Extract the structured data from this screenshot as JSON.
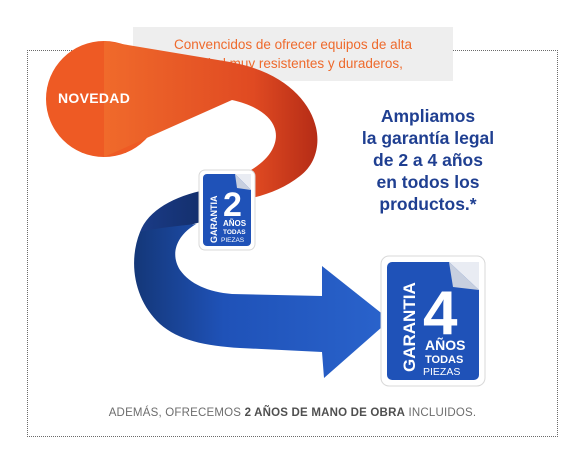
{
  "banner": {
    "line1": "Convencidos de ofrecer equipos de alta",
    "line2": "calidad muy resistentes y duraderos,"
  },
  "novedad_label": "NOVEDAD",
  "headline": {
    "line1": "Ampliamos",
    "line2": "la garantía legal",
    "line3": "de 2 a 4 años",
    "line4": "en todos los",
    "line5": "productos.*"
  },
  "badge_small": {
    "word": "GARANTIA",
    "number": "2",
    "years": "AÑOS",
    "todas": "TODAS",
    "piezas": "PIEZAS"
  },
  "badge_big": {
    "word": "GARANTIA",
    "number": "4",
    "years": "AÑOS",
    "todas": "TODAS",
    "piezas": "PIEZAS"
  },
  "footer": {
    "pre": "ADEMÁS, OFRECEMOS ",
    "bold": "2 AÑOS DE MANO DE OBRA",
    "post": " INCLUIDOS."
  },
  "colors": {
    "orange": "#ee5a24",
    "orange_dark": "#c9301a",
    "blue": "#1f52b8",
    "blue_dark": "#173a86",
    "headline": "#1f3f91"
  }
}
